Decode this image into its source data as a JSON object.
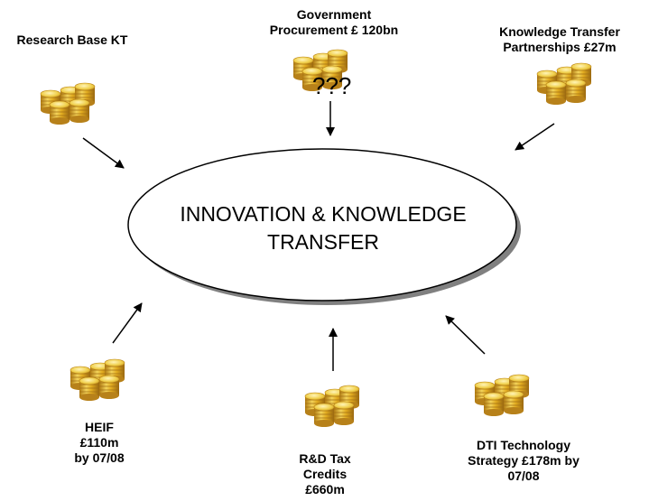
{
  "center": {
    "line1": "INNOVATION & KNOWLEDGE",
    "line2": "TRANSFER"
  },
  "sources": {
    "research": {
      "lines": [
        "Research Base KT"
      ]
    },
    "procurement": {
      "lines": [
        "Government",
        "Procurement £ 120bn"
      ],
      "note": "???"
    },
    "ktp": {
      "lines": [
        "Knowledge Transfer",
        "Partnerships  £27m"
      ]
    },
    "heif": {
      "lines": [
        "HEIF",
        "£110m",
        "by 07/08"
      ]
    },
    "rd_tax": {
      "lines": [
        "R&D Tax",
        "Credits",
        "£660m"
      ]
    },
    "dti": {
      "lines": [
        "DTI Technology",
        "Strategy £178m by",
        "07/08"
      ]
    }
  },
  "colors": {
    "coin_light": "#f7e27a",
    "coin_mid": "#e8b923",
    "coin_dark": "#a9761a",
    "ellipse_shadow": "#808080"
  }
}
